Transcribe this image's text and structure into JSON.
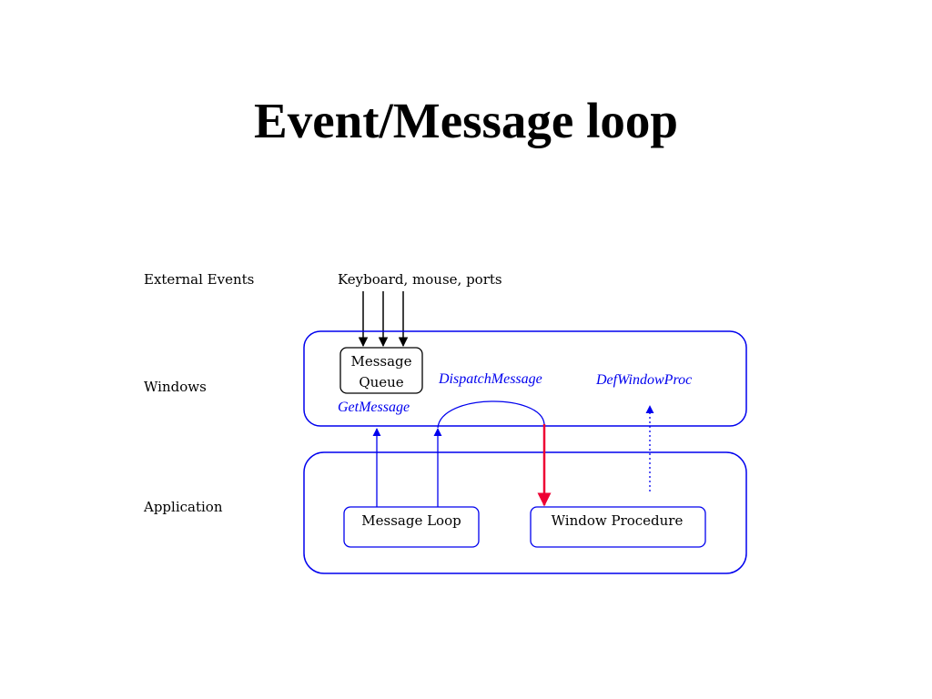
{
  "title": "Event/Message loop",
  "colors": {
    "background": "#ffffff",
    "text": "#000000",
    "blue": "#0000ee",
    "red": "#ee0033"
  },
  "layers": {
    "external": "External Events",
    "windows": "Windows",
    "application": "Application"
  },
  "sources": "Keyboard, mouse, ports",
  "queue": {
    "line1": "Message",
    "line2": "Queue"
  },
  "calls": {
    "get_message": "GetMessage",
    "dispatch_message": "DispatchMessage",
    "def_window_proc": "DefWindowProc"
  },
  "boxes": {
    "message_loop": "Message Loop",
    "window_procedure": "Window Procedure"
  }
}
